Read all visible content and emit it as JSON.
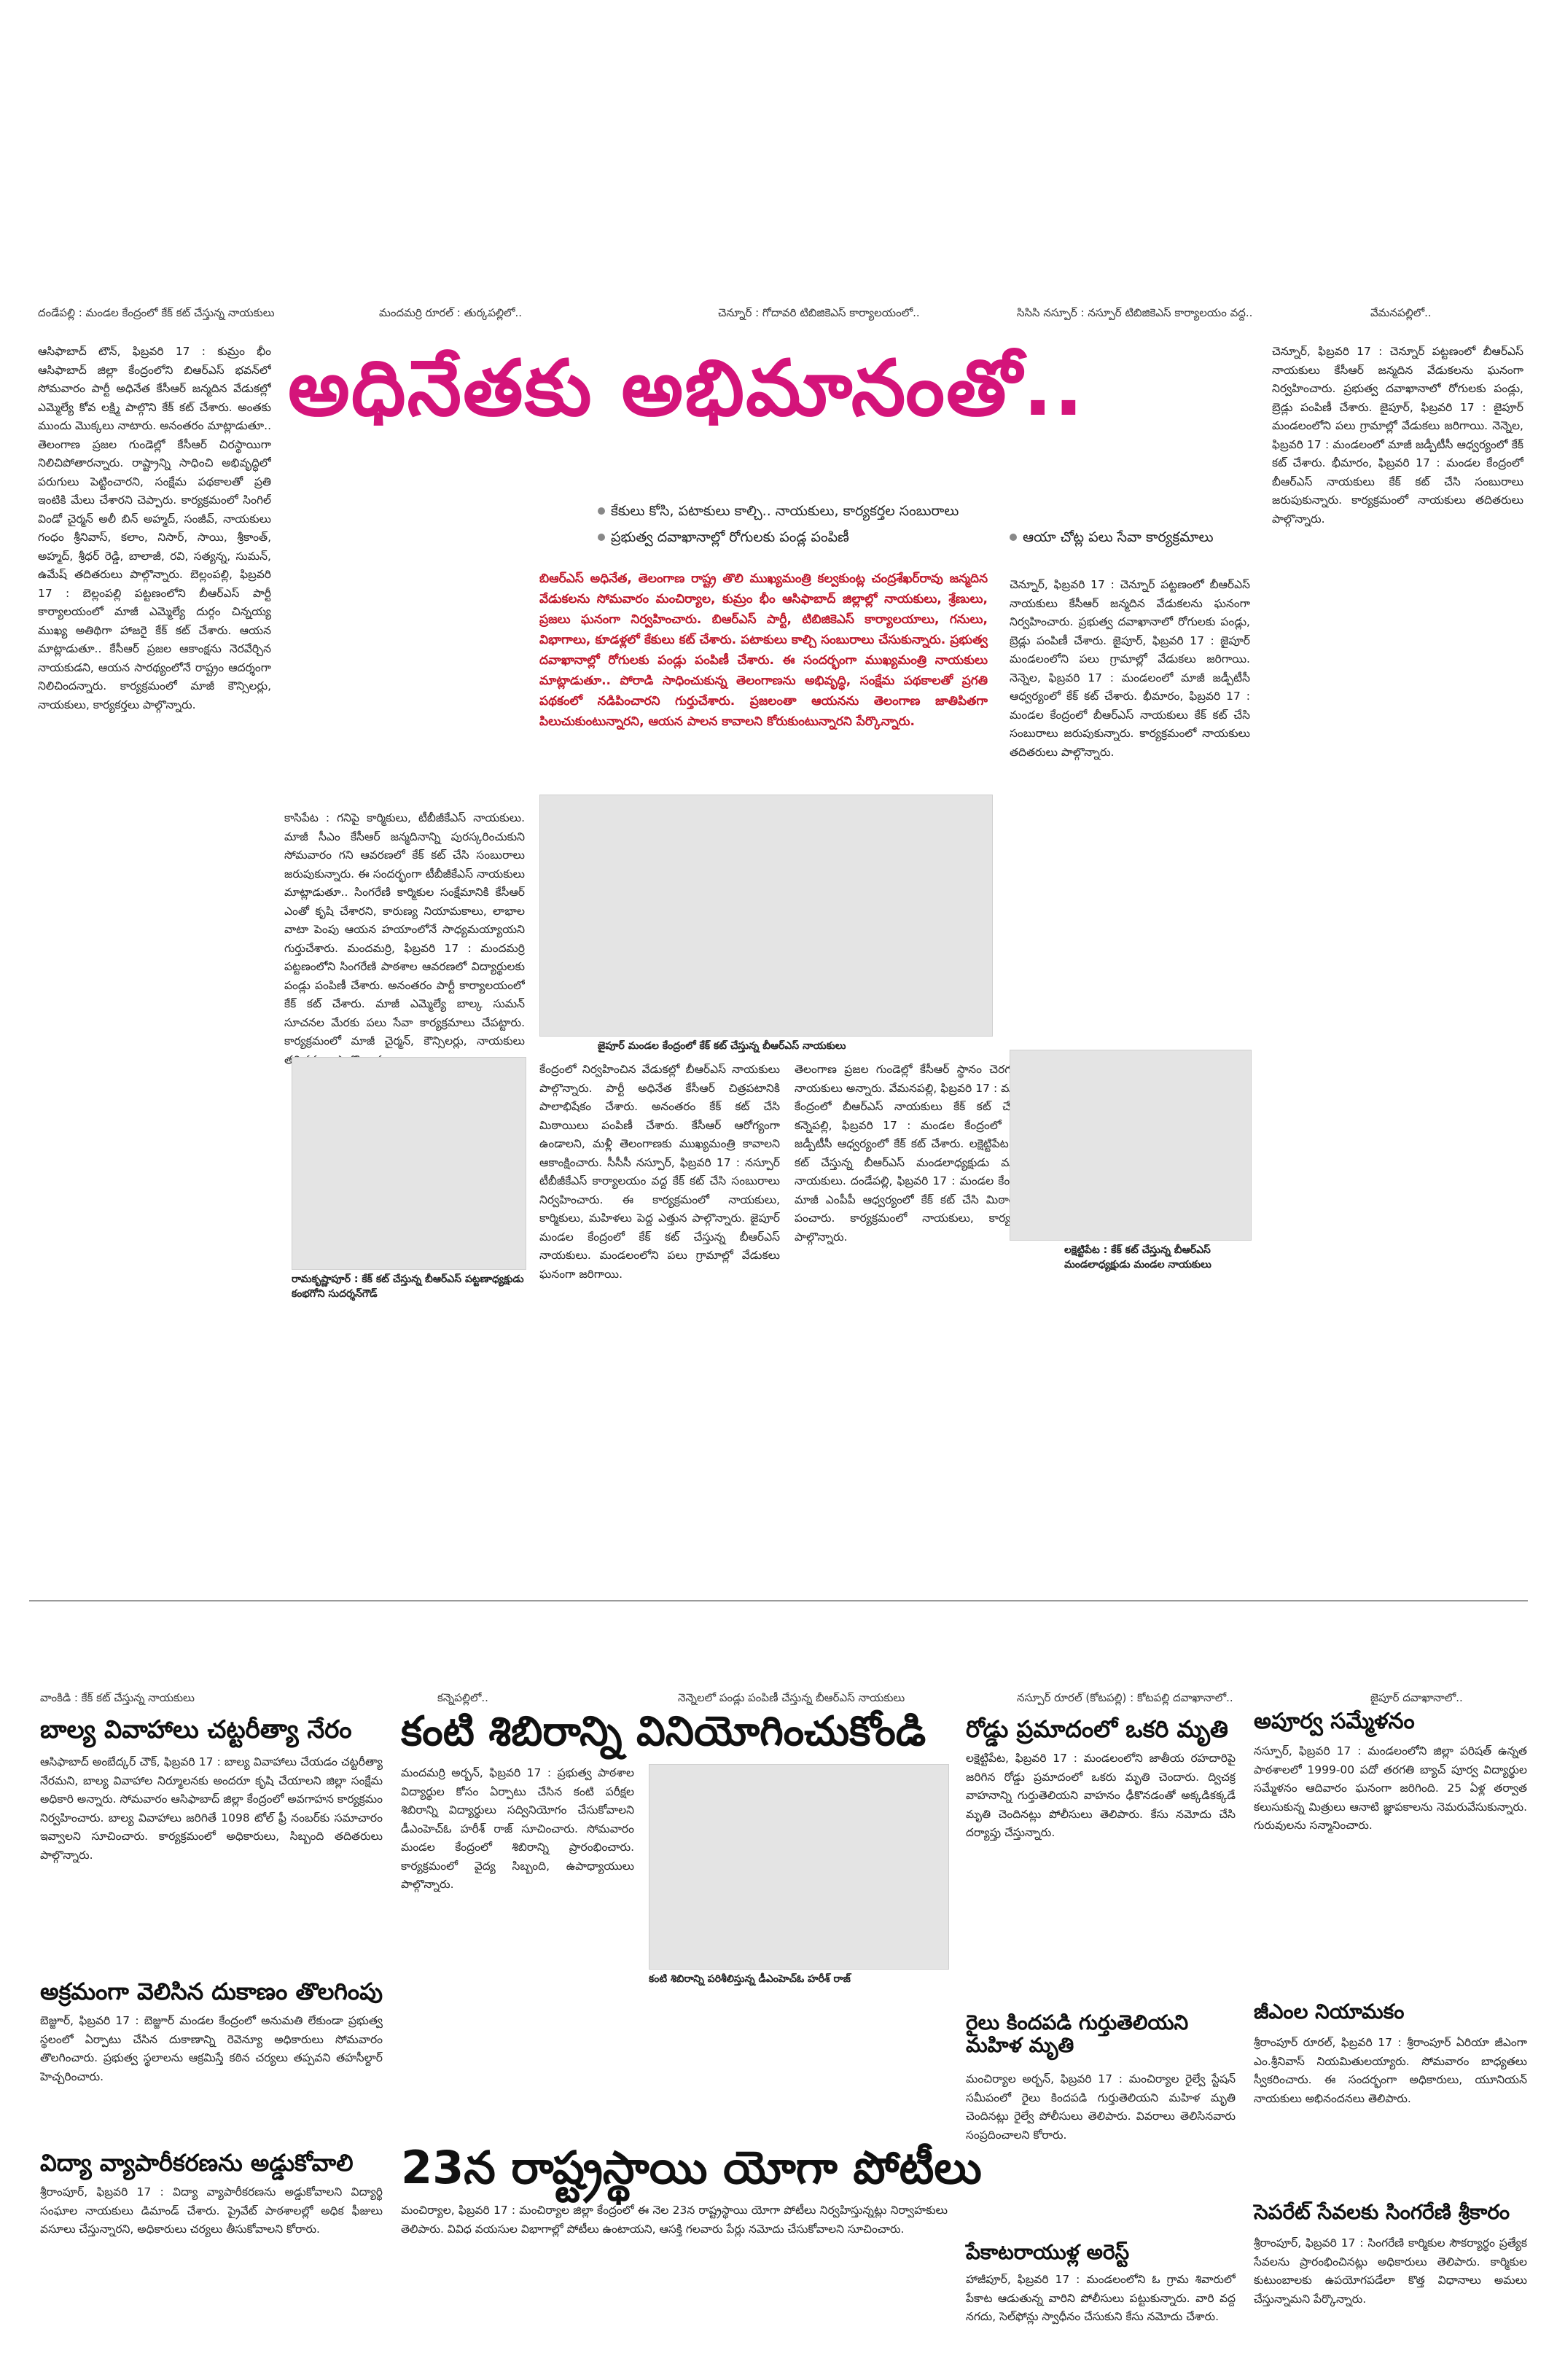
{
  "top_captions": [
    "దండేపల్లి : మండల కేంద్రంలో కేక్ కట్ చేస్తున్న నాయకులు",
    "మందమర్రి రూరల్ : తుర్కపల్లిలో..",
    "చెన్నూర్ : గోదావరి టిబిజికెఎస్ కార్యాలయంలో..",
    "సిసిసి నస్పూర్ : నస్పూర్ టిబిజికెఎస్ కార్యాలయం వద్ద..",
    "వేమనపల్లిలో.."
  ],
  "main_story": {
    "headline": "అధినేతకు అభిమానంతో..",
    "bullets": [
      "కేకులు కోసి, పటాకులు కాల్చి.. నాయకులు, కార్యకర్తల సంబురాలు",
      "ప్రభుత్వ దవాఖానాల్లో రోగులకు పండ్ల పంపిణీ",
      "ఆయా చోట్ల పలు సేవా కార్యక్రమాలు"
    ],
    "intro": "బిఆర్‌ఎస్ అధినేత, తెలంగాణ రాష్ట్ర తొలి ముఖ్యమంత్రి కల్వకుంట్ల చంద్రశేఖర్‌రావు జన్మదిన వేడుకలను సోమవారం మంచిర్యాల, కుమ్రం భీం ఆసిఫాబాద్ జిల్లాల్లో నాయకులు, శ్రేణులు, ప్రజలు ఘనంగా నిర్వహించారు. బిఆర్‌ఎస్ పార్టీ, టిబిజికెఎస్ కార్యాలయాలు, గనులు, విభాగాలు, కూడళ్లలో కేకులు కట్ చేశారు. పటాకులు కాల్చి సంబురాలు చేసుకున్నారు. ప్రభుత్వ దవాఖానాల్లో రోగులకు పండ్లు పంపిణీ చేశారు. ఈ సందర్భంగా ముఖ్యమంత్రి నాయకులు మాట్లాడుతూ.. పోరాడి సాధించుకున్న తెలంగాణను అభివృద్ధి, సంక్షేమ పథకాలతో ప్రగతి పథకంలో నడిపించారని గుర్తుచేశారు. ప్రజలంతా ఆయనను తెలంగాణ జాతిపితగా పిలుచుకుంటున్నారని, ఆయన పాలన కావాలని కోరుకుంటున్నారని పేర్కొన్నారు."
  },
  "columns": [
    "ఆసిఫాబాద్ టౌన్, ఫిబ్రవరి 17 : కుమ్రం భీం ఆసిఫాబాద్ జిల్లా కేంద్రంలోని బిఆర్‌ఎస్ భవన్‌లో సోమవారం పార్టీ అధినేత కేసీఆర్ జన్మదిన వేడుకల్లో ఎమ్మెల్యే కోవ లక్ష్మి పాల్గొని కేక్ కట్ చేశారు. అంతకు ముందు మొక్కలు నాటారు. అనంతరం మాట్లాడుతూ.. తెలంగాణ ప్రజల గుండెల్లో కేసీఆర్ చిరస్థాయిగా నిలిచిపోతారన్నారు. రాష్ట్రాన్ని సాధించి అభివృద్ధిలో పరుగులు పెట్టించారని, సంక్షేమ పథకాలతో ప్రతి ఇంటికి మేలు చేశారని చెప్పారు. కార్యక్రమంలో సింగిల్ విండో చైర్మన్ అలీ బిన్ అహ్మద్, సంజీవ్, నాయకులు గంధం శ్రీనివాస్, కలాం, నిసార్, సాయి, శ్రీకాంత్, అహ్మద్, శ్రీధర్ రెడ్డి, బాలాజీ, రవి, సత్యన్న, సుమన్, ఉమేష్ తదితరులు పాల్గొన్నారు. బెల్లంపల్లి, ఫిబ్రవరి 17 : బెల్లంపల్లి పట్టణంలోని బీఆర్‌ఎస్ పార్టీ కార్యాలయంలో మాజీ ఎమ్మెల్యే దుర్గం చిన్నయ్య ముఖ్య అతిథిగా హాజరై కేక్ కట్ చేశారు. ఆయన మాట్లాడుతూ.. కేసీఆర్ ప్రజల ఆకాంక్షను నెరవేర్చిన నాయకుడని, ఆయన సారథ్యంలోనే రాష్ట్రం ఆదర్శంగా నిలిచిందన్నారు. కార్యక్రమంలో మాజీ కౌన్సిలర్లు, నాయకులు, కార్యకర్తలు పాల్గొన్నారు.",
    "కాసిపేట : గనిపై కార్మికులు, టీబీజీకేఎస్ నాయకులు. మాజీ సీఎం కేసీఆర్ జన్మదినాన్ని పురస్కరించుకుని సోమవారం గని ఆవరణలో కేక్ కట్ చేసి సంబురాలు జరుపుకున్నారు. ఈ సందర్భంగా టీబీజీకేఎస్ నాయకులు మాట్లాడుతూ.. సింగరేణి కార్మికుల సంక్షేమానికి కేసీఆర్ ఎంతో కృషి చేశారని, కారుణ్య నియామకాలు, లాభాల వాటా పెంపు ఆయన హయాంలోనే సాధ్యమయ్యాయని గుర్తుచేశారు. మందమర్రి, ఫిబ్రవరి 17 : మందమర్రి పట్టణంలోని సింగరేణి పాఠశాల ఆవరణలో విద్యార్థులకు పండ్లు పంపిణీ చేశారు. అనంతరం పార్టీ కార్యాలయంలో కేక్ కట్ చేశారు. మాజీ ఎమ్మెల్యే బాల్క సుమన్ సూచనల మేరకు పలు సేవా కార్యక్రమాలు చేపట్టారు. కార్యక్రమంలో మాజీ చైర్మన్, కౌన్సిలర్లు, నాయకులు తదితరులు పాల్గొన్నారు.",
    "కేంద్రంలో నిర్వహించిన వేడుకల్లో బీఆర్‌ఎస్ నాయకులు పాల్గొన్నారు. పార్టీ అధినేత కేసీఆర్ చిత్రపటానికి పాలాభిషేకం చేశారు. అనంతరం కేక్ కట్ చేసి మిఠాయిలు పంపిణీ చేశారు. కేసీఆర్ ఆరోగ్యంగా ఉండాలని, మళ్లీ తెలంగాణకు ముఖ్యమంత్రి కావాలని ఆకాంక్షించారు. సీసీసీ నస్పూర్, ఫిబ్రవరి 17 : నస్పూర్ టీబీజీకేఎస్ కార్యాలయం వద్ద కేక్ కట్ చేసి సంబురాలు నిర్వహించారు. ఈ కార్యక్రమంలో నాయకులు, కార్మికులు, మహిళలు పెద్ద ఎత్తున పాల్గొన్నారు. జైపూర్ మండల కేంద్రంలో కేక్ కట్ చేస్తున్న బీఆర్‌ఎస్ నాయకులు. మండలంలోని పలు గ్రామాల్లో వేడుకలు ఘనంగా జరిగాయి.",
    "తెలంగాణ ప్రజల గుండెల్లో కేసీఆర్ స్థానం చెరగనిదని నాయకులు అన్నారు. వేమనపల్లి, ఫిబ్రవరి 17 : మండల కేంద్రంలో బీఆర్‌ఎస్ నాయకులు కేక్ కట్ చేశారు. కన్నెపల్లి, ఫిబ్రవరి 17 : మండల కేంద్రంలో మాజీ జడ్పీటీసీ ఆధ్వర్యంలో కేక్ కట్ చేశారు. లక్షెట్టిపేట : కేక్ కట్ చేస్తున్న బీఆర్‌ఎస్ మండలాధ్యక్షుడు మండల నాయకులు. దండేపల్లి, ఫిబ్రవరి 17 : మండల కేంద్రంలో మాజీ ఎంపీపీ ఆధ్వర్యంలో కేక్ కట్ చేసి మిఠాయిలు పంచారు. కార్యక్రమంలో నాయకులు, కార్యకర్తలు పాల్గొన్నారు.",
    "చెన్నూర్, ఫిబ్రవరి 17 : చెన్నూర్ పట్టణంలో బీఆర్‌ఎస్ నాయకులు కేసీఆర్ జన్మదిన వేడుకలను ఘనంగా నిర్వహించారు. ప్రభుత్వ దవాఖానాలో రోగులకు పండ్లు, బ్రెడ్లు పంపిణీ చేశారు. జైపూర్, ఫిబ్రవరి 17 : జైపూర్ మండలంలోని పలు గ్రామాల్లో వేడుకలు జరిగాయి. నెన్నెల, ఫిబ్రవరి 17 : మండలంలో మాజీ జడ్పీటీసీ ఆధ్వర్యంలో కేక్ కట్ చేశారు. భీమారం, ఫిబ్రవరి 17 : మండల కేంద్రంలో బీఆర్‌ఎస్ నాయకులు కేక్ కట్ చేసి సంబురాలు జరుపుకున్నారు. కార్యక్రమంలో నాయకులు తదితరులు పాల్గొన్నారు."
  ],
  "photo_captions": [
    "జైపూర్ మండల కేంద్రంలో కేక్ కట్ చేస్తున్న బీఆర్‌ఎస్ నాయకులు",
    "లక్షెట్టిపేట : కేక్ కట్ చేస్తున్న బీఆర్‌ఎస్ మండలాధ్యక్షుడు మండల నాయకులు",
    "రామకృష్ణాపూర్ : కేక్ కట్ చేస్తున్న బీఆర్‌ఎస్ పట్టణాధ్యక్షుడు కంభగోని సుదర్శన్‌గౌడ్"
  ],
  "bottom_captions": [
    "వాంకిడి : కేక్ కట్ చేస్తున్న నాయకులు",
    "కన్నెపల్లిలో..",
    "నెన్నెలలో పండ్లు పంపిణీ చేస్తున్న బీఆర్‌ఎస్ నాయకులు",
    "నస్పూర్ రూరల్ (కోటపల్లి) : కోటపల్లి దవాఖానాలో..",
    "జైపూర్ దవాఖానాలో.."
  ],
  "bottom_stories": [
    {
      "title": "బాల్య వివాహాలు చట్టరీత్యా నేరం",
      "body": "ఆసిఫాబాద్ అంబేద్కర్ చౌక్, ఫిబ్రవరి 17 : బాల్య వివాహాలు చేయడం చట్టరీత్యా నేరమని, బాల్య వివాహాల నిర్మూలనకు అందరూ కృషి చేయాలని జిల్లా సంక్షేమ అధికారి అన్నారు. సోమవారం ఆసిఫాబాద్ జిల్లా కేంద్రంలో అవగాహన కార్యక్రమం నిర్వహించారు. బాల్య వివాహాలు జరిగితే 1098 టోల్ ఫ్రీ నంబర్‌కు సమాచారం ఇవ్వాలని సూచించారు. కార్యక్రమంలో అధికారులు, సిబ్బంది తదితరులు పాల్గొన్నారు."
    },
    {
      "title": "అక్రమంగా వెలిసిన దుకాణం తొలగింపు",
      "body": "బెజ్జూర్, ఫిబ్రవరి 17 : బెజ్జూర్ మండల కేంద్రంలో అనుమతి లేకుండా ప్రభుత్వ స్థలంలో ఏర్పాటు చేసిన దుకాణాన్ని రెవెన్యూ అధికారులు సోమవారం తొలగించారు. ప్రభుత్వ స్థలాలను ఆక్రమిస్తే కఠిన చర్యలు తప్పవని తహసీల్దార్ హెచ్చరించారు."
    },
    {
      "title": "విద్యా వ్యాపారీకరణను అడ్డుకోవాలి",
      "body": "శ్రీరాంపూర్, ఫిబ్రవరి 17 : విద్యా వ్యాపారీకరణను అడ్డుకోవాలని విద్యార్థి సంఘాల నాయకులు డిమాండ్ చేశారు. ప్రైవేట్ పాఠశాలల్లో అధిక ఫీజులు వసూలు చేస్తున్నారని, అధికారులు చర్యలు తీసుకోవాలని కోరారు."
    },
    {
      "title": "కంటి శిబిరాన్ని వినియోగించుకోండి",
      "body": "మందమర్రి అర్బన్, ఫిబ్రవరి 17 : ప్రభుత్వ పాఠశాల విద్యార్థుల కోసం ఏర్పాటు చేసిన కంటి పరీక్షల శిబిరాన్ని విద్యార్థులు సద్వినియోగం చేసుకోవాలని డీఎంహెచ్‌ఓ హరీశ్ రాజ్ సూచించారు. సోమవారం మండల కేంద్రంలో శిబిరాన్ని ప్రారంభించారు. కార్యక్రమంలో వైద్య సిబ్బంది, ఉపాధ్యాయులు పాల్గొన్నారు.",
      "photo_caption": "కంటి శిబిరాన్ని పరిశీలిస్తున్న డీఎంహెచ్‌ఓ హరీశ్ రాజ్"
    },
    {
      "title": "23న రాష్ట్రస్థాయి యోగా పోటీలు",
      "body": "మంచిర్యాల, ఫిబ్రవరి 17 : మంచిర్యాల జిల్లా కేంద్రంలో ఈ నెల 23న రాష్ట్రస్థాయి యోగా పోటీలు నిర్వహిస్తున్నట్లు నిర్వాహకులు తెలిపారు. వివిధ వయసుల విభాగాల్లో పోటీలు ఉంటాయని, ఆసక్తి గలవారు పేర్లు నమోదు చేసుకోవాలని సూచించారు."
    },
    {
      "title": "రోడ్డు ప్రమాదంలో ఒకరి మృతి",
      "body": "లక్షెట్టిపేట, ఫిబ్రవరి 17 : మండలంలోని జాతీయ రహదారిపై జరిగిన రోడ్డు ప్రమాదంలో ఒకరు మృతి చెందారు. ద్విచక్ర వాహనాన్ని గుర్తుతెలియని వాహనం ఢీకొనడంతో అక్కడికక్కడే మృతి చెందినట్లు పోలీసులు తెలిపారు. కేసు నమోదు చేసి దర్యాప్తు చేస్తున్నారు."
    },
    {
      "title": "రైలు కిందపడి గుర్తుతెలియని మహిళ మృతి",
      "body": "మంచిర్యాల అర్బన్, ఫిబ్రవరి 17 : మంచిర్యాల రైల్వే స్టేషన్ సమీపంలో రైలు కిందపడి గుర్తుతెలియని మహిళ మృతి చెందినట్లు రైల్వే పోలీసులు తెలిపారు. వివరాలు తెలిసినవారు సంప్రదించాలని కోరారు."
    },
    {
      "title": "పేకాటరాయుళ్ల అరెస్ట్",
      "body": "హాజీపూర్, ఫిబ్రవరి 17 : మండలంలోని ఓ గ్రామ శివారులో పేకాట ఆడుతున్న వారిని పోలీసులు పట్టుకున్నారు. వారి వద్ద నగదు, సెల్‌ఫోన్లు స్వాధీనం చేసుకుని కేసు నమోదు చేశారు."
    },
    {
      "title": "అపూర్వ సమ్మేళనం",
      "body": "నస్పూర్, ఫిబ్రవరి 17 : మండలంలోని జిల్లా పరిషత్ ఉన్నత పాఠశాలలో 1999-00 పదో తరగతి బ్యాచ్ పూర్వ విద్యార్థుల సమ్మేళనం ఆదివారం ఘనంగా జరిగింది. 25 ఏళ్ల తర్వాత కలుసుకున్న మిత్రులు ఆనాటి జ్ఞాపకాలను నెమరువేసుకున్నారు. గురువులను సన్మానించారు."
    },
    {
      "title": "జీఎంల నియామకం",
      "body": "శ్రీరాంపూర్ రూరల్, ఫిబ్రవరి 17 : శ్రీరాంపూర్ ఏరియా జీఎంగా ఎం.శ్రీనివాస్ నియమితులయ్యారు. సోమవారం బాధ్యతలు స్వీకరించారు. ఈ సందర్భంగా అధికారులు, యూనియన్ నాయకులు అభినందనలు తెలిపారు."
    },
    {
      "title": "సెపరేట్ సేవలకు సింగరేణి శ్రీకారం",
      "body": "శ్రీరాంపూర్, ఫిబ్రవరి 17 : సింగరేణి కార్మికుల సౌకర్యార్థం ప్రత్యేక సేవలను ప్రారంభించినట్లు అధికారులు తెలిపారు. కార్మికుల కుటుంబాలకు ఉపయోగపడేలా కొత్త విధానాలు అమలు చేస్తున్నామని పేర్కొన్నారు."
    }
  ]
}
